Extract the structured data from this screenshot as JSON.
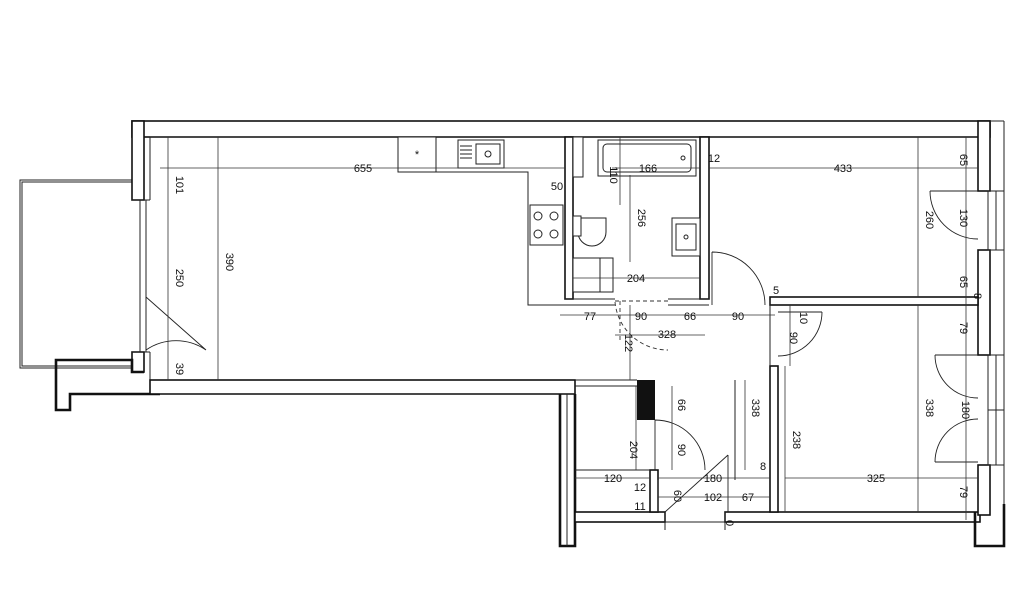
{
  "dimensions": {
    "d655": "655",
    "d101": "101",
    "d250": "250",
    "d390": "390",
    "d39": "39",
    "d110": "110",
    "d166": "166",
    "d12a": "12",
    "d433": "433",
    "d50": "50",
    "d256": "256",
    "d204a": "204",
    "d260": "260",
    "d65a": "65",
    "d130": "130",
    "d65b": "65",
    "d8a": "8",
    "d5": "5",
    "d77": "77",
    "d90a": "90",
    "d66a": "66",
    "d90b": "90",
    "d10": "10",
    "d90c": "90",
    "d328": "328",
    "d122": "122",
    "d79a": "79",
    "d66b": "66",
    "d338a": "338",
    "d338b": "338",
    "d180a": "180",
    "d238": "238",
    "d204b": "204",
    "d90d": "90",
    "d120": "120",
    "d180b": "180",
    "d8b": "8",
    "d325": "325",
    "d79b": "79",
    "d12b": "12",
    "d60": "60",
    "d102": "102",
    "d67": "67",
    "d11": "11",
    "d0": "0"
  }
}
